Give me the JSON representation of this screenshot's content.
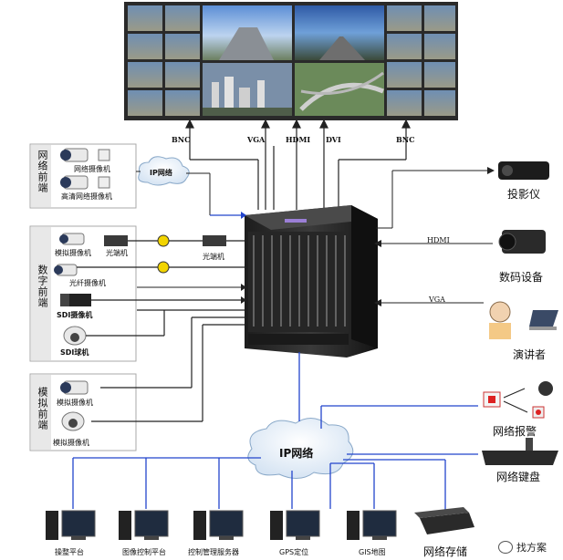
{
  "video_wall": {
    "ports": [
      "BNC",
      "VGA",
      "HDMI",
      "DVI",
      "BNC"
    ]
  },
  "network_front": {
    "group_label": "网络前端",
    "devices": [
      "网络摄像机",
      "高清网络摄像机"
    ],
    "cloud_label": "IP网络"
  },
  "digital_front": {
    "group_label": "数字前端",
    "devices": [
      "模拟摄像机",
      "光端机",
      "光端机",
      "光纤摄像机",
      "SDI摄像机",
      "SDI球机"
    ]
  },
  "analog_front": {
    "group_label": "模拟前端",
    "devices": [
      "模拟摄像机",
      "模拟摄像机"
    ]
  },
  "right_side": {
    "projector": "投影仪",
    "digital_device": "数码设备",
    "speaker": "演讲者",
    "hdmi_label": "HDMI",
    "vga_label": "VGA",
    "alarm": "网络报警",
    "keyboard": "网络键盘"
  },
  "ip_network": {
    "label": "IP网络"
  },
  "bottom": {
    "workstations": [
      "操整平台",
      "图像控制平台",
      "控制管理服务器",
      "GPS定位",
      "GIS地图"
    ],
    "storage": "网络存储"
  },
  "watermark": "找方案"
}
